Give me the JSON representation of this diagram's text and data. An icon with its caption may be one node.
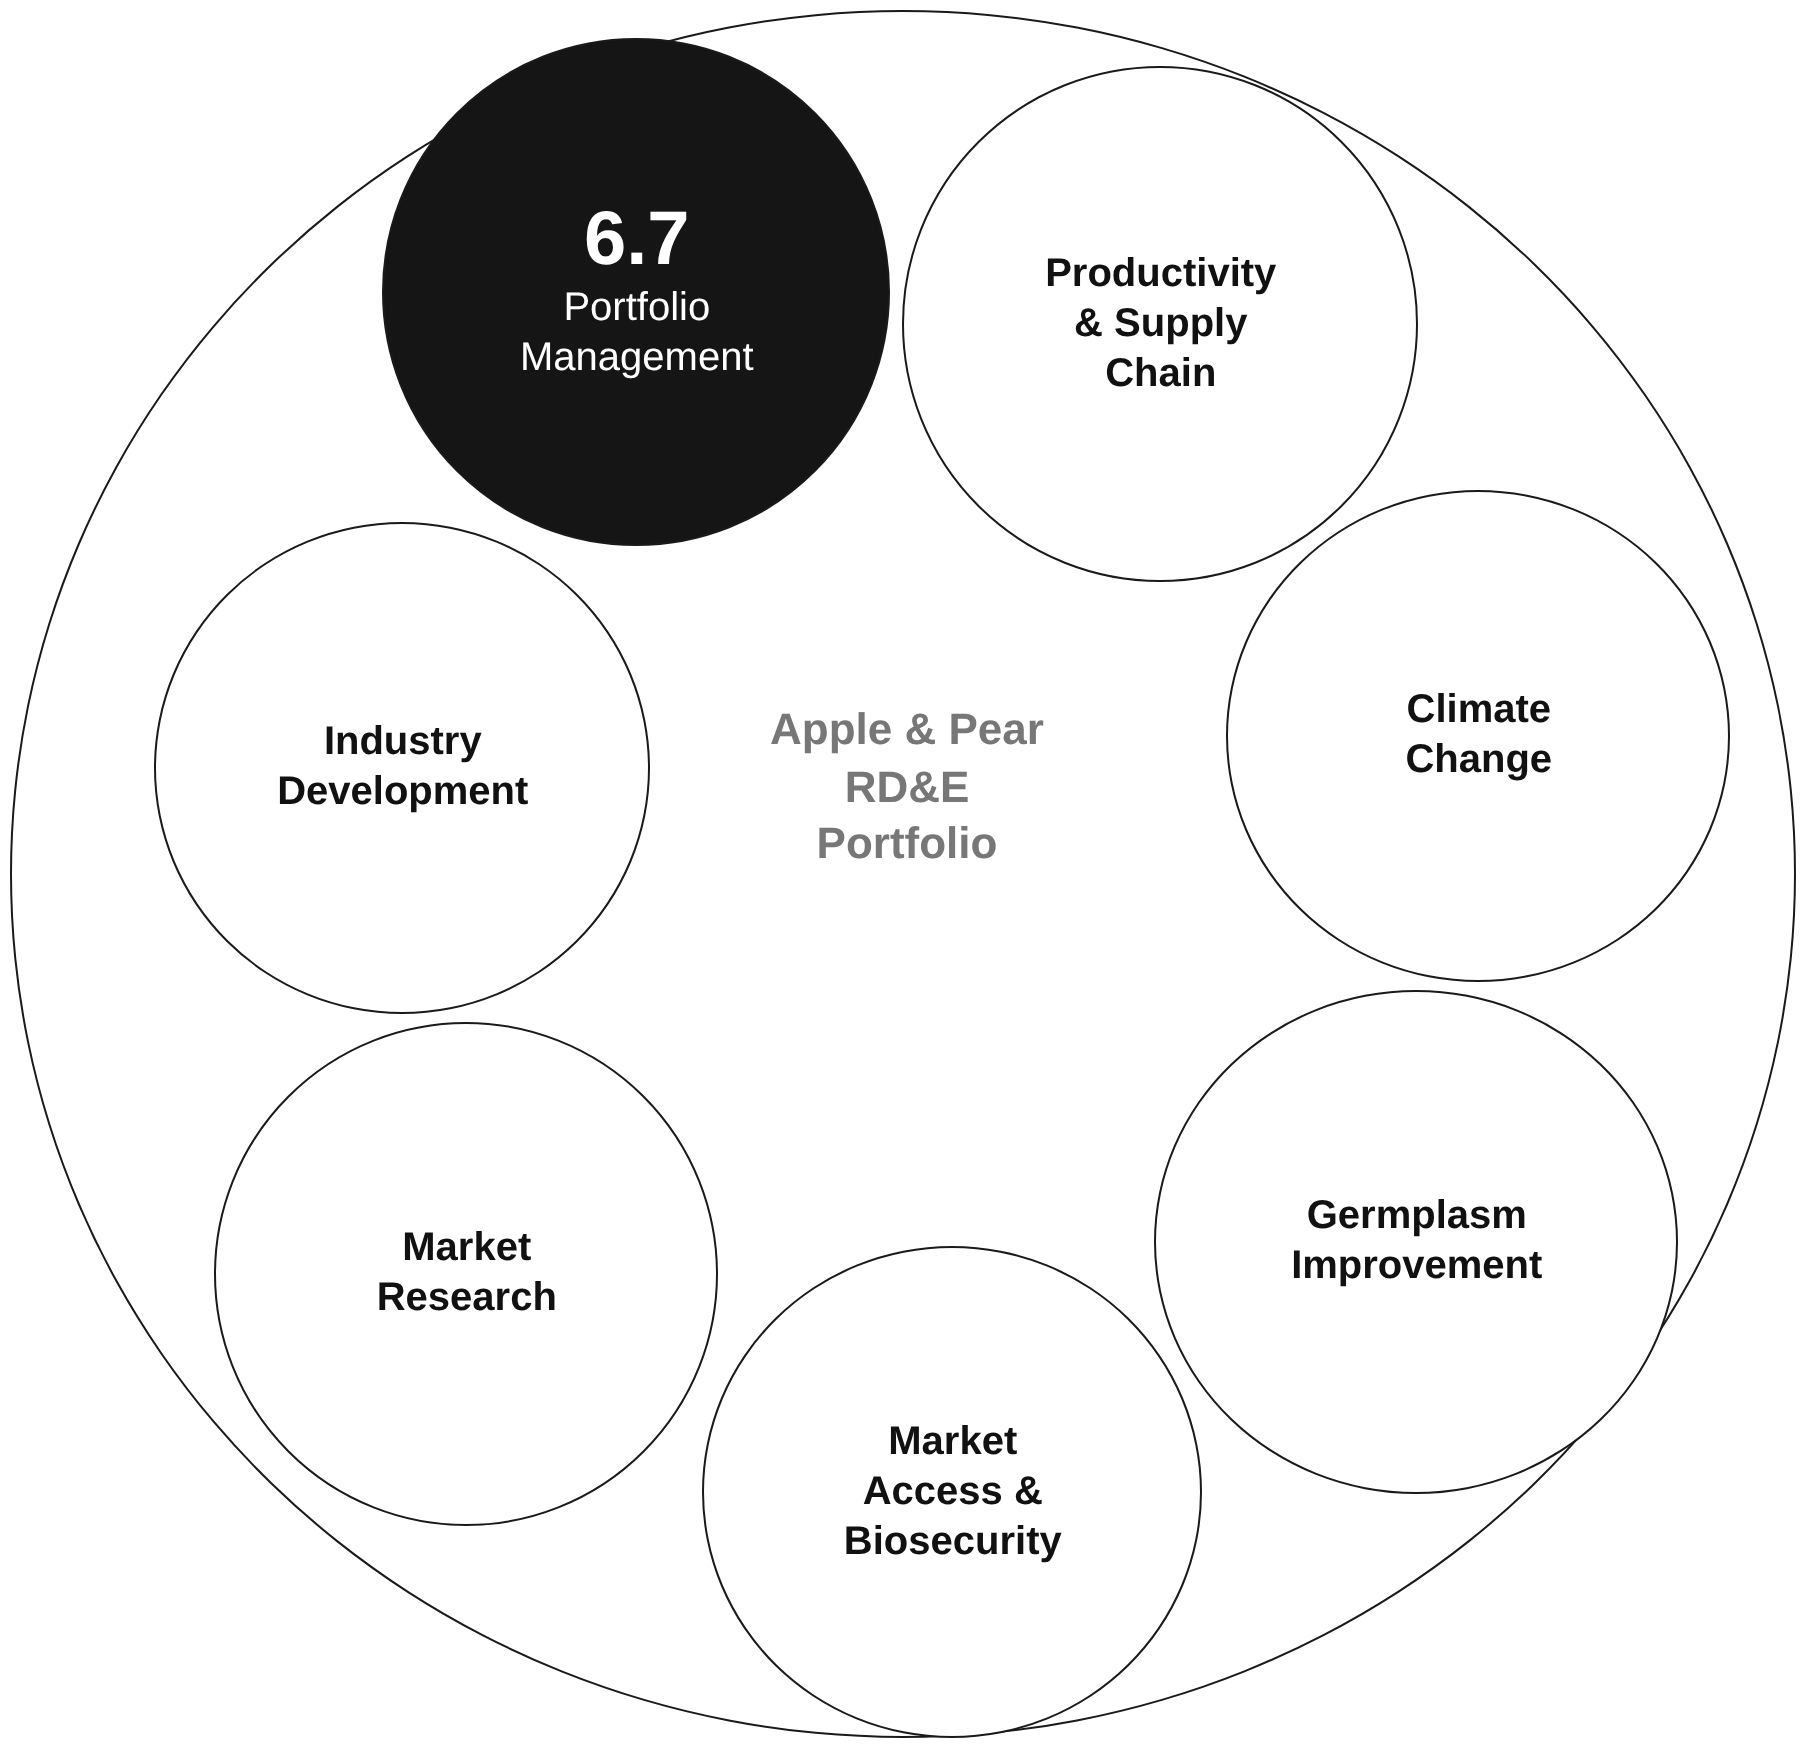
{
  "diagram": {
    "nodes": [
      {
        "text": [
          "Apple & Pear RD&E Portfolio"
        ]
      },
      {
        "text": [
          "6.7",
          "Portfolio Management"
        ],
        "in": 0
      },
      {
        "text": [
          "Productivity & Supply Chain"
        ],
        "in": 0
      },
      {
        "text": [
          "Industry Development"
        ],
        "in": 0
      },
      {
        "text": [
          "Climate Change"
        ],
        "in": 0
      },
      {
        "text": [
          "Germplasm Improvement"
        ],
        "in": 0
      },
      {
        "text": [
          "Market Research"
        ],
        "in": 0
      },
      {
        "text": [
          "Market Access & Biosecurity"
        ],
        "in": 0
      }
    ]
  }
}
